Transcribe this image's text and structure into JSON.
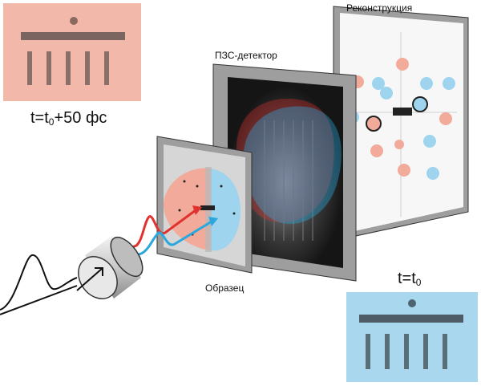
{
  "labels": {
    "reconstruction": "Реконструкция",
    "ccd_detector": "ПЗС-детектор",
    "sample": "Образец",
    "time_late_prefix": "t=t",
    "time_late_sub": "0",
    "time_late_suffix": "+50 фс",
    "time_zero_prefix": "t=t",
    "time_zero_sub": "0"
  },
  "colors": {
    "red_pulse": "#e0322e",
    "blue_pulse": "#2aa7dc",
    "red_panel_bg": "#f2b9aa",
    "blue_panel_bg": "#a9d8ee",
    "sample_red_half": "#f2aa9a",
    "sample_blue_half": "#9fd4ee"
  },
  "icons": {
    "source": "laser-cylinder-icon",
    "pulse": "pulse-waveform-icon"
  }
}
